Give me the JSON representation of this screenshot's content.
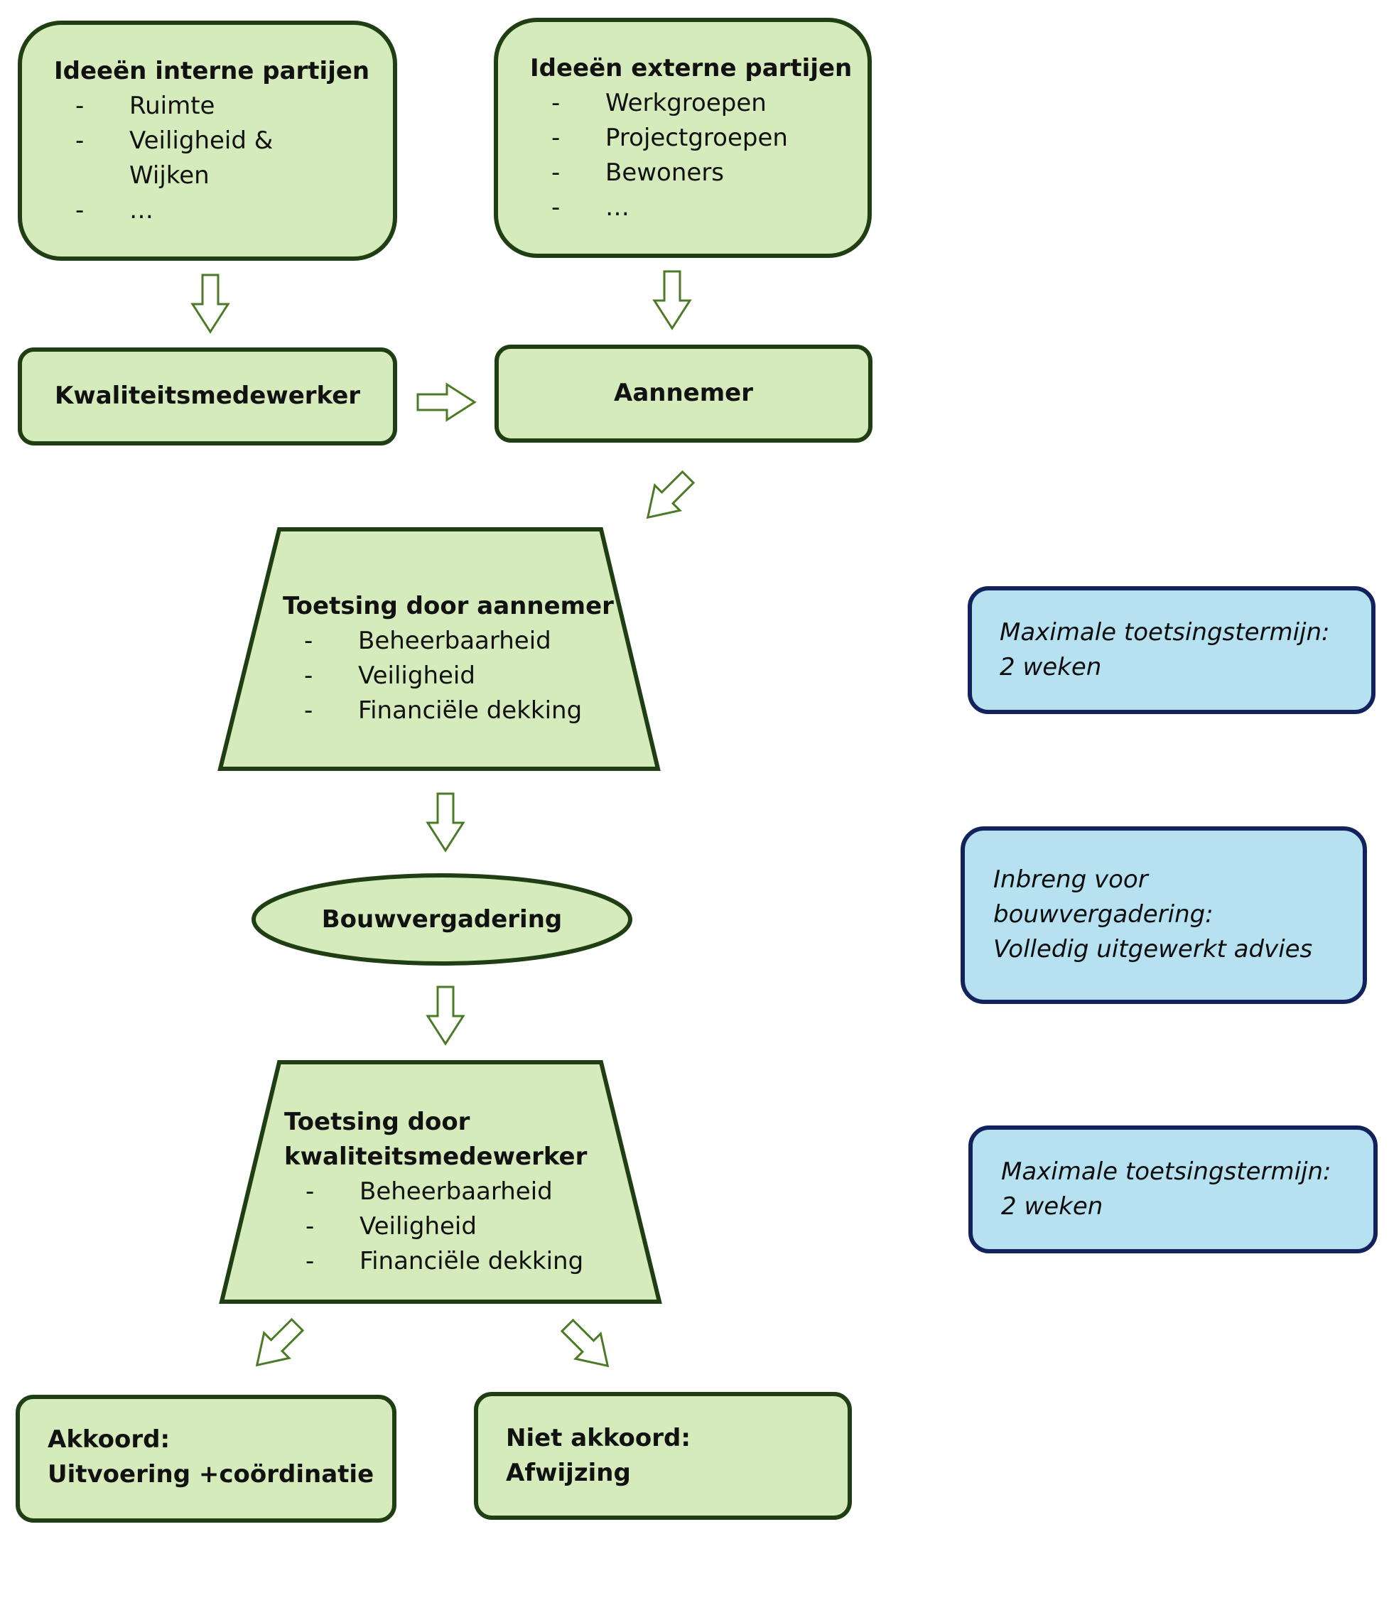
{
  "internal": {
    "title": "Ideeën interne partijen",
    "items": [
      {
        "dash": "-",
        "text": "Ruimte"
      },
      {
        "dash": "-",
        "text": "Veiligheid &"
      },
      {
        "dash": "",
        "text": "Wijken"
      },
      {
        "dash": "-",
        "text": "…"
      }
    ]
  },
  "external": {
    "title": "Ideeën externe partijen",
    "items": [
      {
        "dash": "-",
        "text": "Werkgroepen"
      },
      {
        "dash": "-",
        "text": "Projectgroepen"
      },
      {
        "dash": "-",
        "text": "Bewoners"
      },
      {
        "dash": "-",
        "text": "…"
      }
    ]
  },
  "kwaliteitsmedewerker": "Kwaliteitsmedewerker",
  "aannemer": "Aannemer",
  "toetsing_aannemer": {
    "title": "Toetsing door aannemer",
    "items": [
      "Beheerbaarheid",
      "Veiligheid",
      "Financiële dekking"
    ]
  },
  "bouwvergadering": "Bouwvergadering",
  "toetsing_kwaliteit": {
    "title_line1": "Toetsing door",
    "title_line2": "kwaliteitsmedewerker",
    "items": [
      "Beheerbaarheid",
      "Veiligheid",
      "Financiële dekking"
    ]
  },
  "akkoord": {
    "line1": "Akkoord:",
    "line2": "Uitvoering +coördinatie"
  },
  "niet_akkoord": {
    "line1": "Niet akkoord:",
    "line2": "Afwijzing"
  },
  "note1": {
    "line1": "Maximale toetsingstermijn:",
    "line2": "2 weken"
  },
  "note2": {
    "line1": "Inbreng voor",
    "line2": "bouwvergadering:",
    "line3": "Volledig uitgewerkt advies"
  },
  "note3": {
    "line1": "Maximale toetsingstermijn:",
    "line2": "2 weken"
  },
  "dash": "-",
  "colors": {
    "box_fill": "#d6ebbc",
    "box_stroke": "#1f3e13",
    "note_fill": "#b5e1f0",
    "note_stroke": "#13225c",
    "arrow_stroke": "#4c7a26"
  }
}
